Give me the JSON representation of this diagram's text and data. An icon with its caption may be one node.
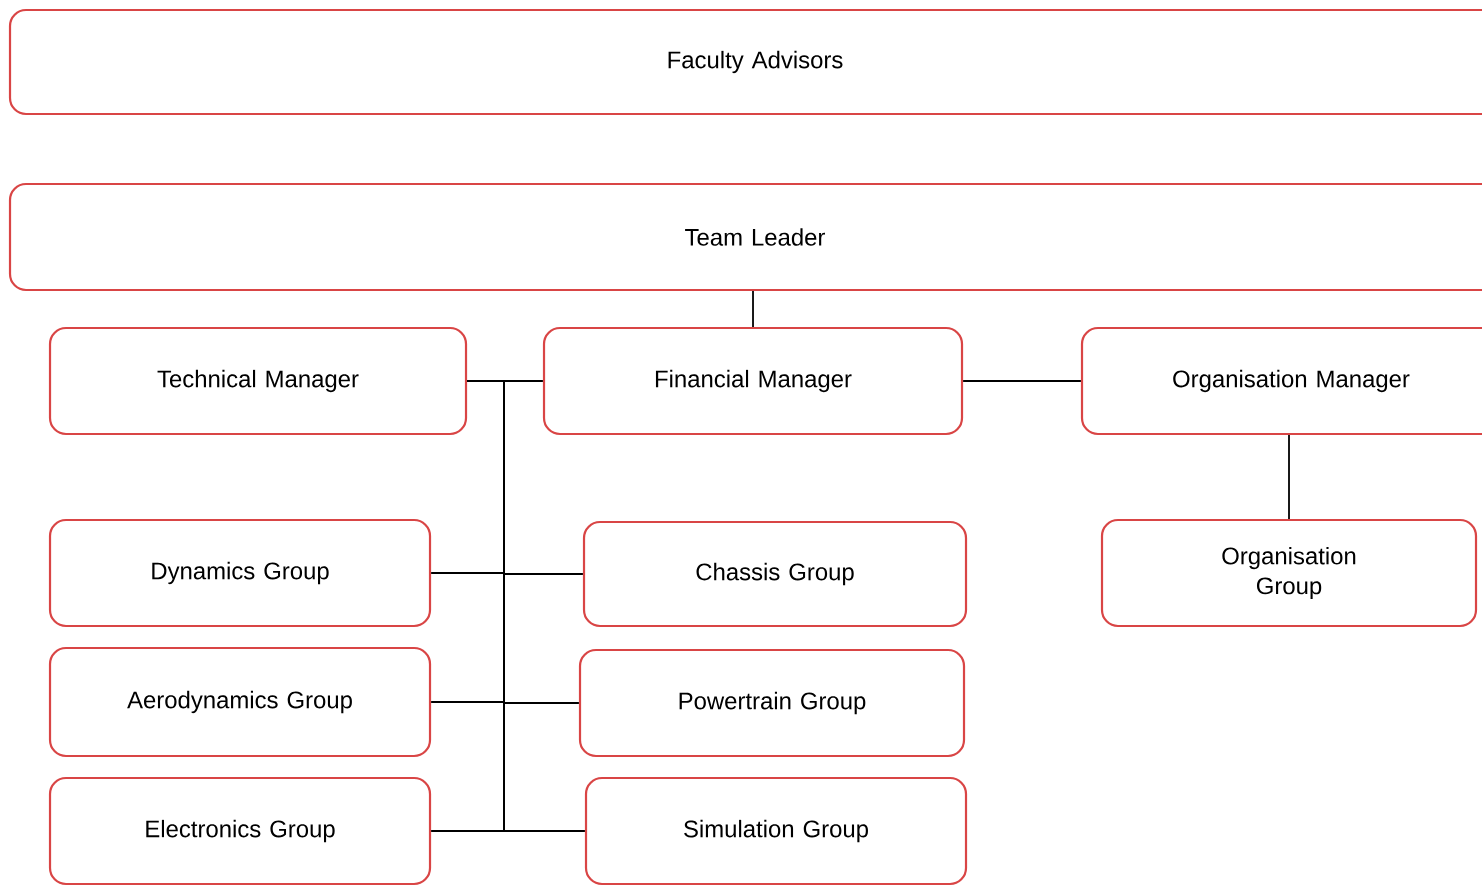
{
  "diagram": {
    "nodes": [
      {
        "text": [
          "Faculty Advisors"
        ]
      },
      {
        "text": [
          "Team Leader"
        ]
      },
      {
        "text": [
          "Technical Manager"
        ]
      },
      {
        "text": [
          "Financial Manager"
        ]
      },
      {
        "text": [
          "Organisation Manager"
        ]
      },
      {
        "text": [
          "Dynamics Group"
        ]
      },
      {
        "text": [
          "Chassis Group"
        ]
      },
      {
        "text": [
          "Organisation Group"
        ]
      },
      {
        "text": [
          "Aerodynamics Group"
        ]
      },
      {
        "text": [
          "Powertrain Group"
        ]
      },
      {
        "text": [
          "Electronics Group"
        ]
      },
      {
        "text": [
          "Simulation Group"
        ]
      }
    ],
    "edges": [
      {
        "from": 1,
        "to": 3,
        "arrow": "none"
      },
      {
        "from": 2,
        "to": 3,
        "arrow": "none"
      },
      {
        "from": 3,
        "to": 4,
        "arrow": "none"
      },
      {
        "from": 4,
        "to": 7,
        "arrow": "none"
      },
      {
        "from": 2,
        "to": 5,
        "arrow": "none"
      },
      {
        "from": 2,
        "to": 6,
        "arrow": "none"
      },
      {
        "from": 2,
        "to": 8,
        "arrow": "none"
      },
      {
        "from": 2,
        "to": 9,
        "arrow": "none"
      },
      {
        "from": 2,
        "to": 10,
        "arrow": "none"
      },
      {
        "from": 2,
        "to": 11,
        "arrow": "none"
      }
    ]
  }
}
